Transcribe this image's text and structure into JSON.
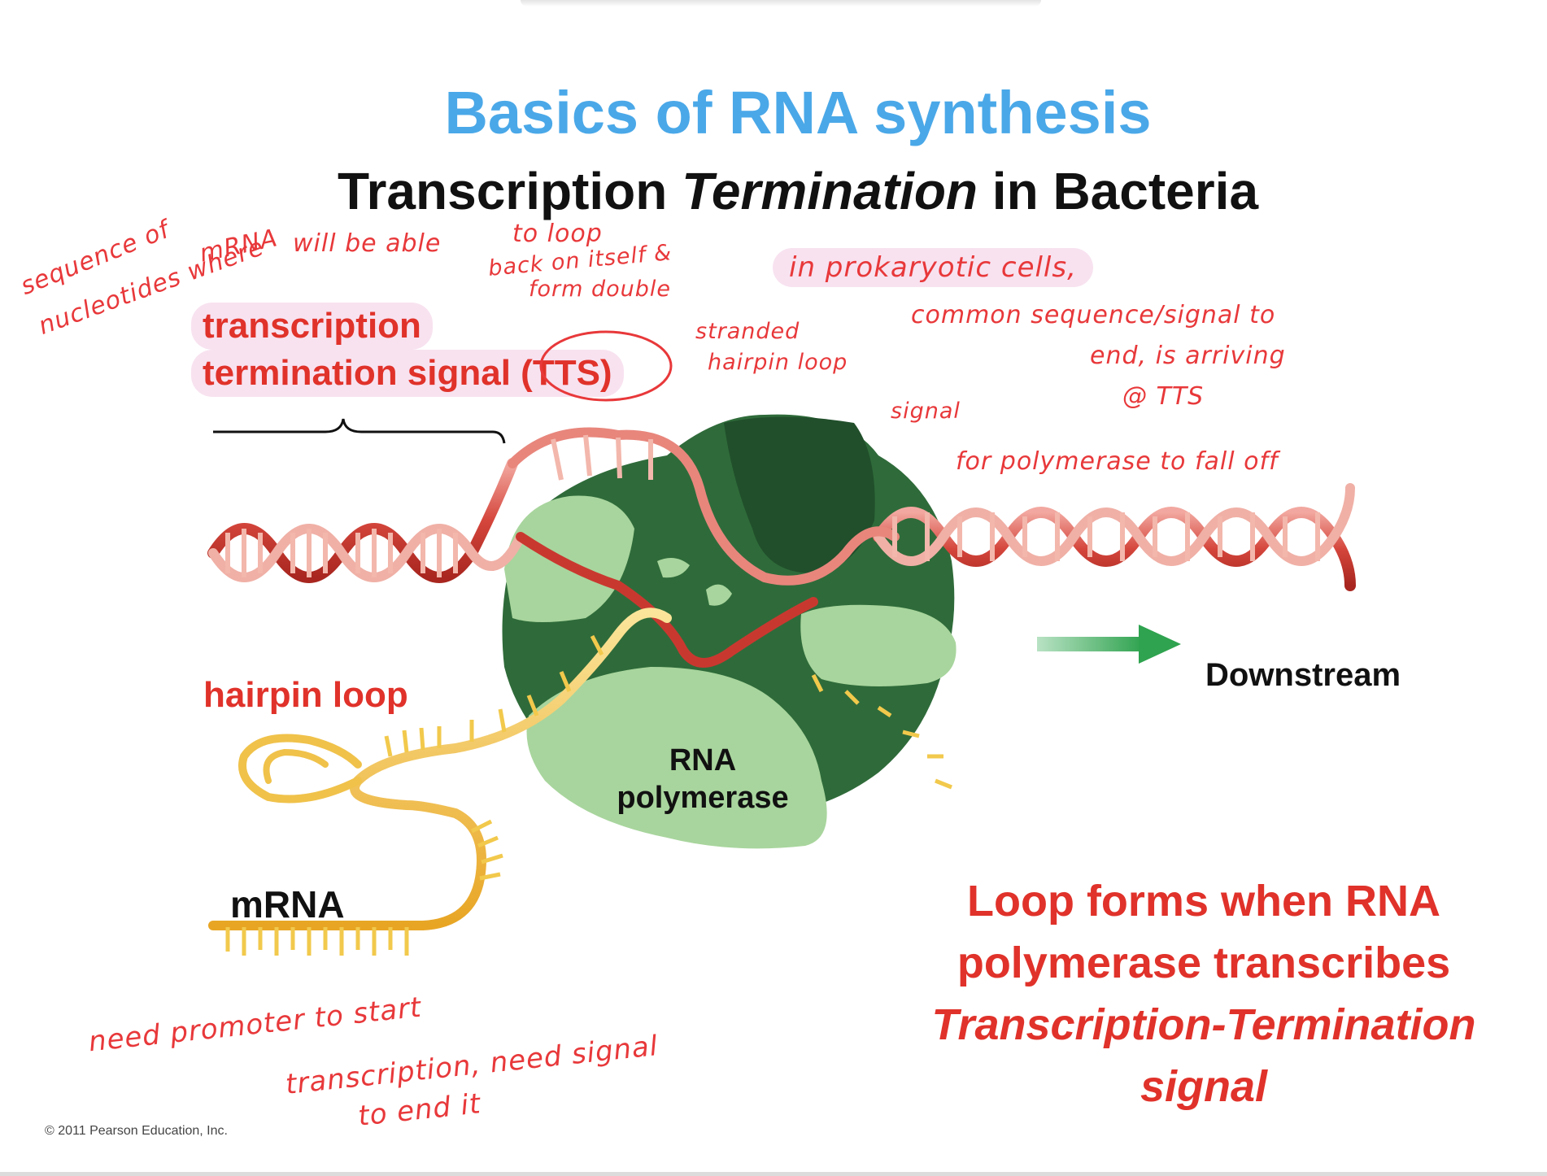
{
  "slide": {
    "title": "Basics of RNA synthesis",
    "subtitle_prefix": "Transcription ",
    "subtitle_italic": "Termination",
    "subtitle_suffix": " in Bacteria",
    "title_color": "#4aa8e8",
    "accent_red": "#e0322a"
  },
  "labels": {
    "tts_line1": "transcription",
    "tts_line2": "termination signal (TTS)",
    "hairpin_loop": "hairpin loop",
    "mrna": "mRNA",
    "rna_polymerase_line1": "RNA",
    "rna_polymerase_line2": "polymerase",
    "downstream": "Downstream"
  },
  "caption": {
    "line1": "Loop forms when RNA",
    "line2": "polymerase transcribes",
    "line3": "Transcription-Termination",
    "line4": "signal"
  },
  "handwriting": {
    "n1": "sequence of",
    "n2": "nucleotides where",
    "n3": "mRNA",
    "n4": "will be able",
    "n5": "to loop",
    "n6": "back on itself &",
    "n7": "form double",
    "n8": "stranded",
    "n9": "hairpin loop",
    "n10": "signal",
    "n11": "in prokaryotic cells,",
    "n12": "common sequence/signal to",
    "n13": "end, is arriving",
    "n14": "@ TTS",
    "n15": "for polymerase to fall off",
    "n16": "need promoter to start",
    "n17": "transcription, need signal",
    "n18": "to end it"
  },
  "footer": {
    "copyright": "© 2011 Pearson Education, Inc."
  }
}
